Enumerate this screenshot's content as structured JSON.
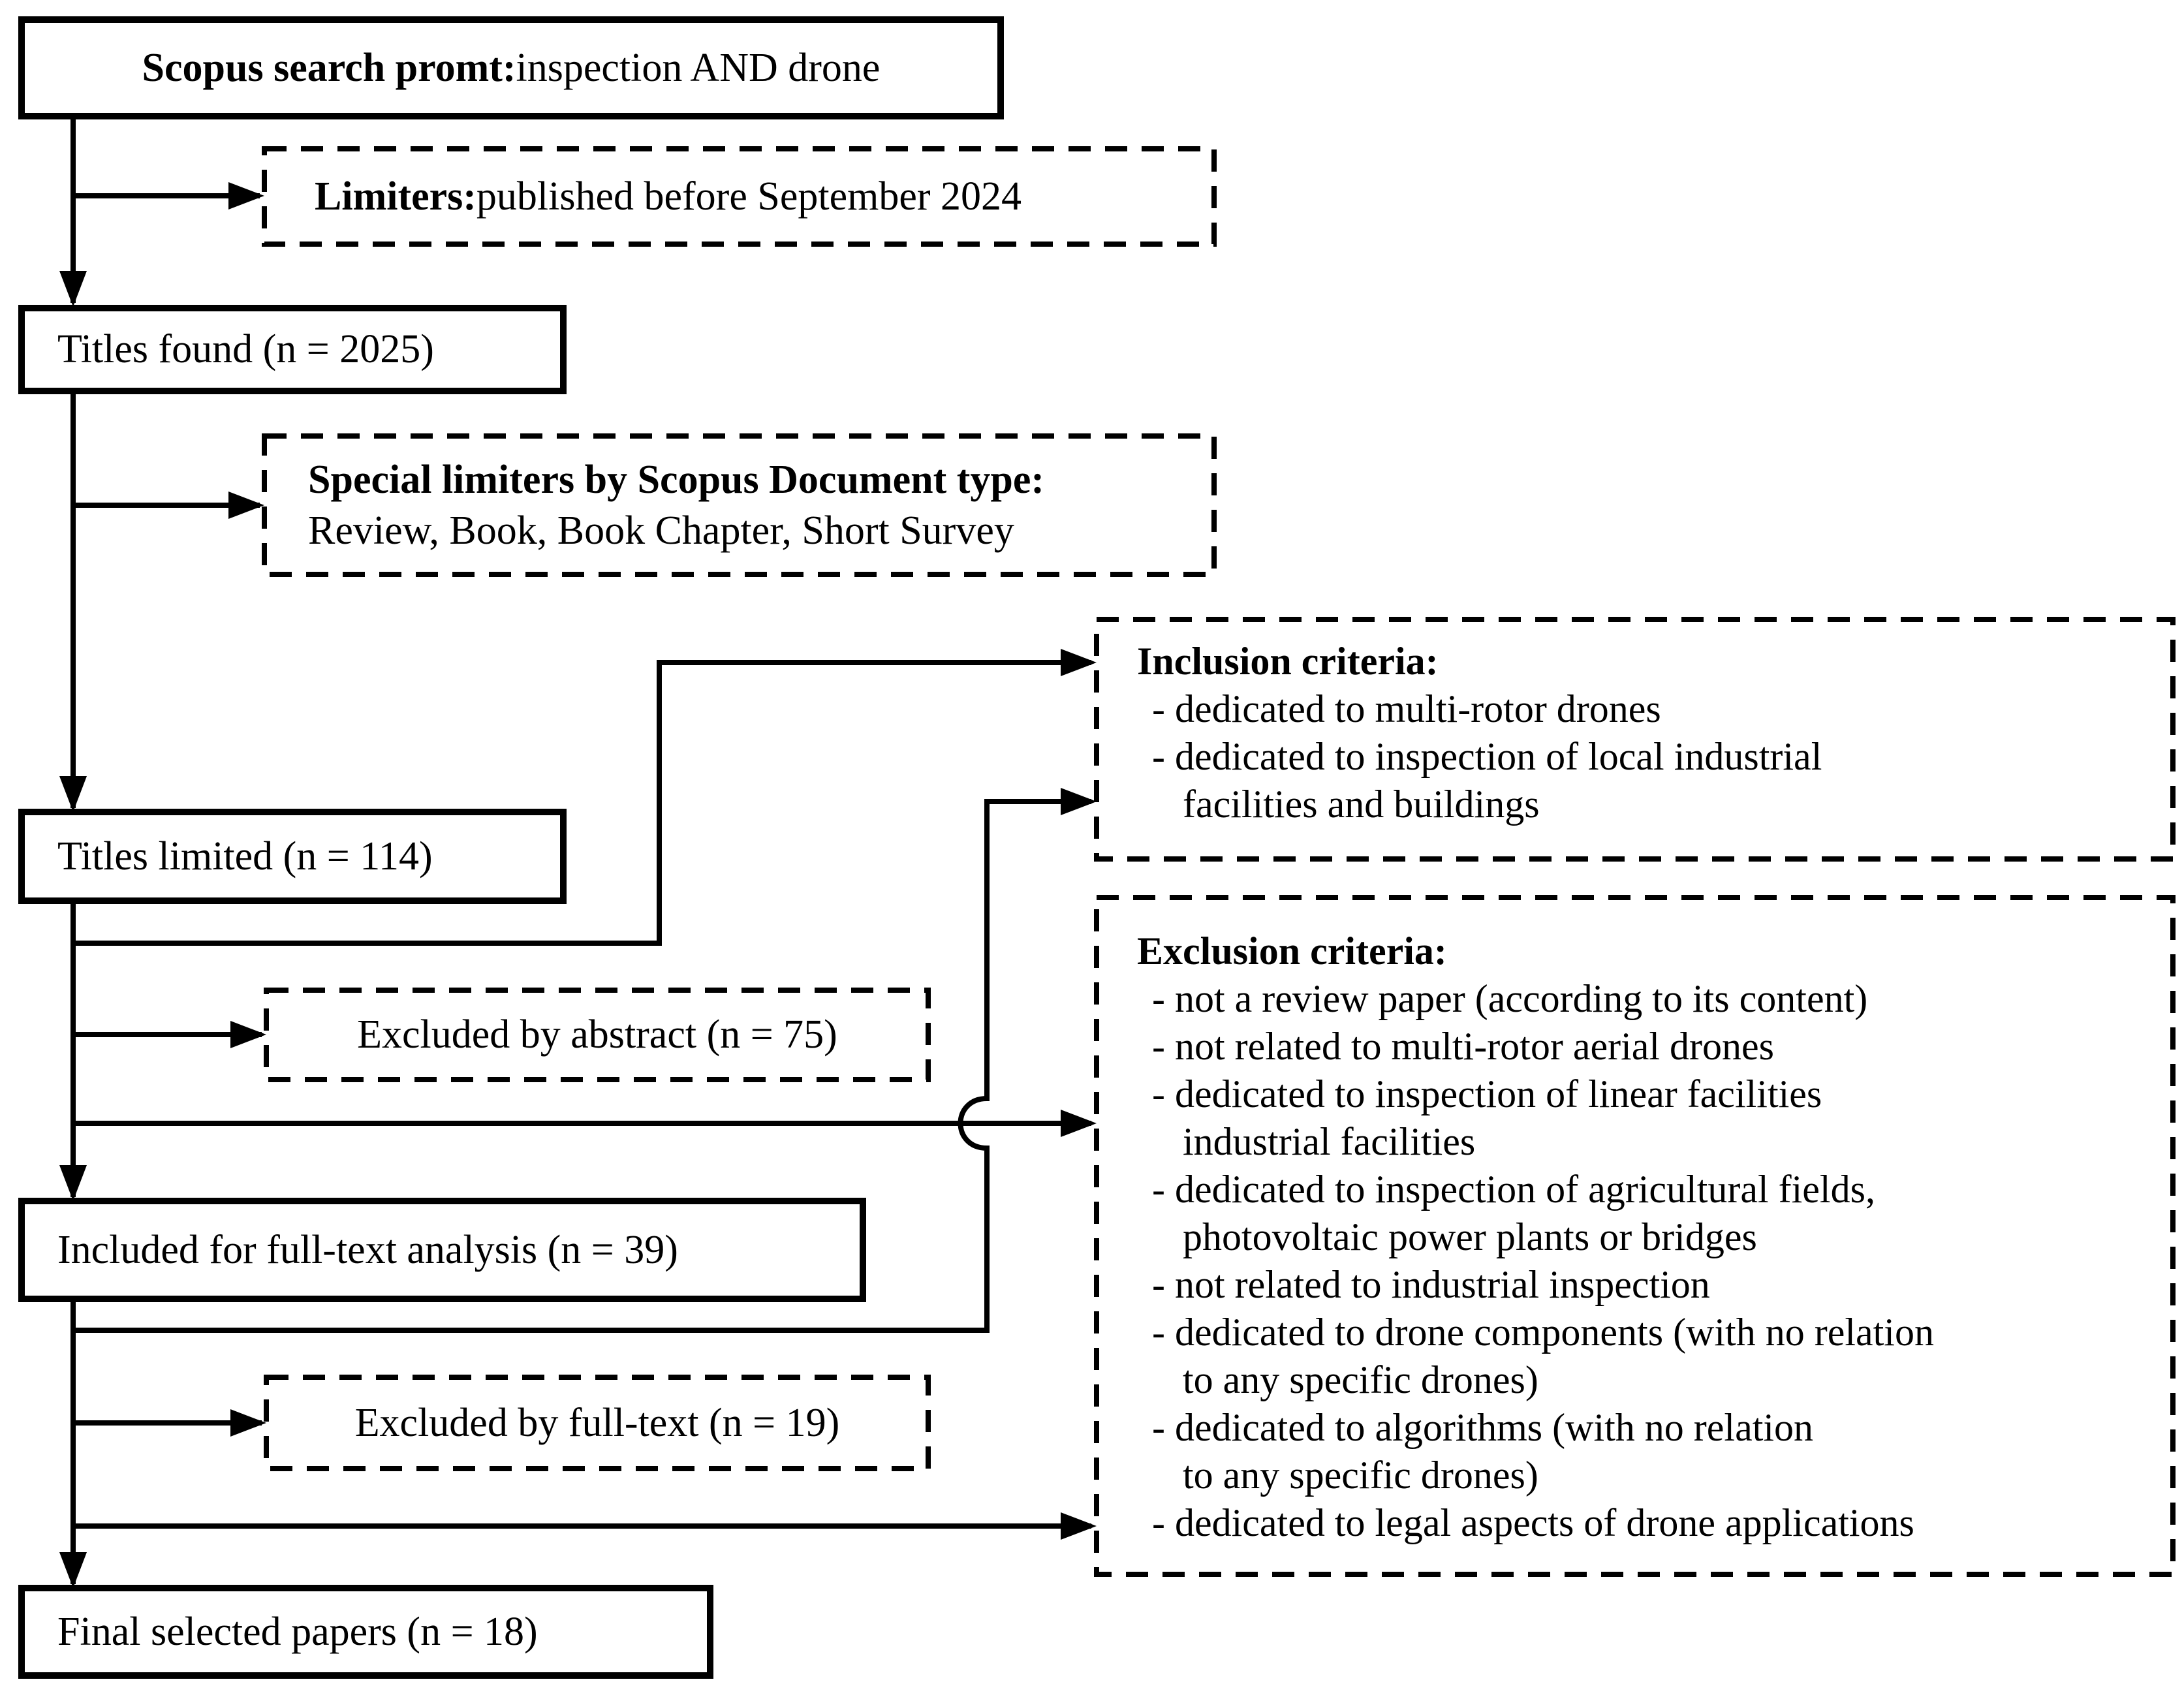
{
  "page": {
    "background": "#ffffff",
    "ink": "#000000"
  },
  "flow": {
    "scopus": {
      "bold": "Scopus search promt: ",
      "text": "inspection AND drone"
    },
    "titles_found": {
      "text": "Titles found (n = 2025)"
    },
    "titles_limited": {
      "text": "Titles limited (n = 114)"
    },
    "included": {
      "text": "Included for full-text analysis (n = 39)"
    },
    "final": {
      "text": "Final selected papers (n = 18)"
    }
  },
  "side": {
    "limiters": {
      "bold": "Limiters: ",
      "text": "published before September 2024"
    },
    "special_limiters": {
      "bold": "Special limiters by Scopus Document type:",
      "text": "Review, Book, Book Chapter, Short Survey"
    },
    "excluded_abstract": {
      "text": "Excluded by abstract (n = 75)"
    },
    "excluded_fulltext": {
      "text": "Excluded by full-text (n = 19)"
    }
  },
  "criteria": {
    "inclusion": {
      "title": "Inclusion criteria:",
      "lines": [
        "- dedicated to multi-rotor drones",
        "- dedicated to inspection of local industrial",
        "facilities and buildings"
      ]
    },
    "exclusion": {
      "title": "Exclusion criteria:",
      "lines": [
        "- not a review paper (according to its content)",
        "- not related to multi-rotor aerial drones",
        "- dedicated to inspection of linear facilities",
        "industrial facilities",
        "- dedicated to inspection of agricultural fields,",
        "photovoltaic power plants or bridges",
        "- not related to industrial inspection",
        "- dedicated to drone components (with no relation",
        "to any specific drones)",
        "- dedicated to algorithms (with no relation",
        "to any specific drones)",
        "- dedicated to legal aspects of drone applications"
      ]
    }
  }
}
